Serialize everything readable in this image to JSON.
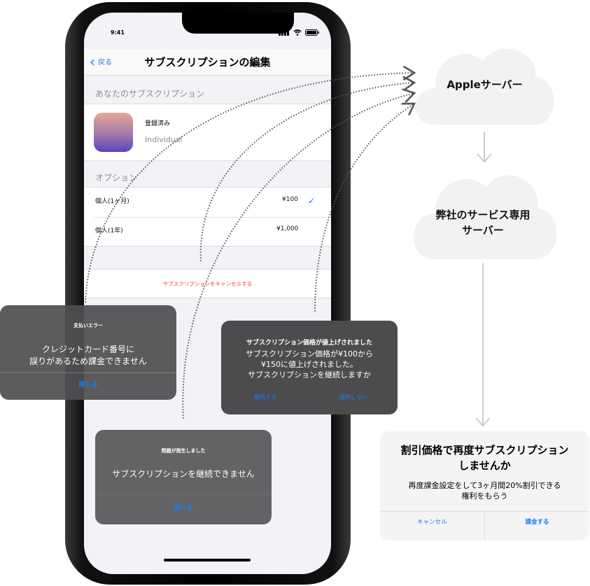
{
  "phone": {
    "status_time": "9:41",
    "nav": {
      "back_label": "戻る",
      "title": "サブスクリプションの編集"
    },
    "section_your_subscription": "あなたのサブスクリプション",
    "subscription": {
      "status": "登録済み",
      "plan": "Individual"
    },
    "section_options": "オプション",
    "options": [
      {
        "label": "個人(1ヶ月)",
        "price": "¥100",
        "selected": true
      },
      {
        "label": "個人(1年)",
        "price": "¥1,000",
        "selected": false
      }
    ],
    "cancel_label": "サブスクリプションをキャンセルする"
  },
  "alerts": {
    "payment_error": {
      "title": "支払いエラー",
      "message": [
        "クレジットカード番号に",
        "誤りがあるため課金できません"
      ],
      "button": "閉じる"
    },
    "price_increase": {
      "title": "サブスクリプション価格が値上げされました",
      "message": [
        "サブスクリプション価格が¥100から",
        "¥150に値上げされました。",
        "サブスクリプションを継続しますか"
      ],
      "buttons": [
        "継続する",
        "継続しない"
      ]
    },
    "problem": {
      "title": "問題が発生しました",
      "message": "サブスクリプションを継続できません",
      "button": "閉じる"
    },
    "discount": {
      "title": [
        "割引価格で再度サブスクリプション",
        "しませんか"
      ],
      "message": [
        "再度課金設定をして3ヶ月間20%割引できる",
        "権利をもらう"
      ],
      "buttons": [
        "キャンセル",
        "課金する"
      ]
    }
  },
  "servers": {
    "apple": "Appleサーバー",
    "company": [
      "弊社のサービス専用",
      "サーバー"
    ]
  },
  "colors": {
    "accent": "#1a7cf5",
    "destructive": "#ff3b30",
    "alert_bg": "#636366"
  }
}
